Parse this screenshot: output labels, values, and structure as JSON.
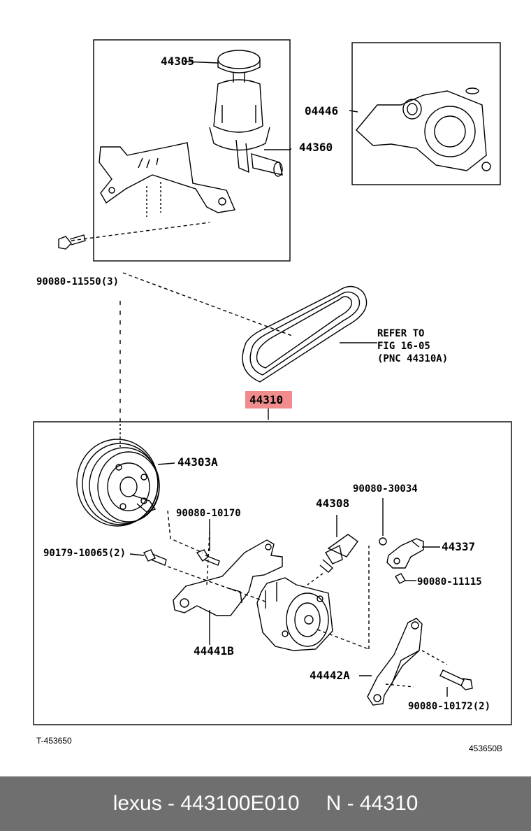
{
  "labels": {
    "p44305": "44305",
    "p44360": "44360",
    "p04446": "04446",
    "p90080_11550": "90080-11550(3)",
    "ref_line1": "REFER TO",
    "ref_line2": "FIG 16-05",
    "ref_line3": "(PNC 44310A)",
    "p44310": "44310",
    "p44303A": "44303A",
    "p90080_30034": "90080-30034",
    "p44308": "44308",
    "p90080_10170": "90080-10170",
    "p44337": "44337",
    "p90179_10065": "90179-10065(2)",
    "p90080_11115": "90080-11115",
    "p44441B": "44441B",
    "p44442A": "44442A",
    "p90080_10172": "90080-10172(2)"
  },
  "codes": {
    "left": "T-453650",
    "right": "453650B"
  },
  "highlight_color": "#f08c8c",
  "footer": {
    "left": "lexus - 443100E010",
    "right": "N - 44310"
  }
}
